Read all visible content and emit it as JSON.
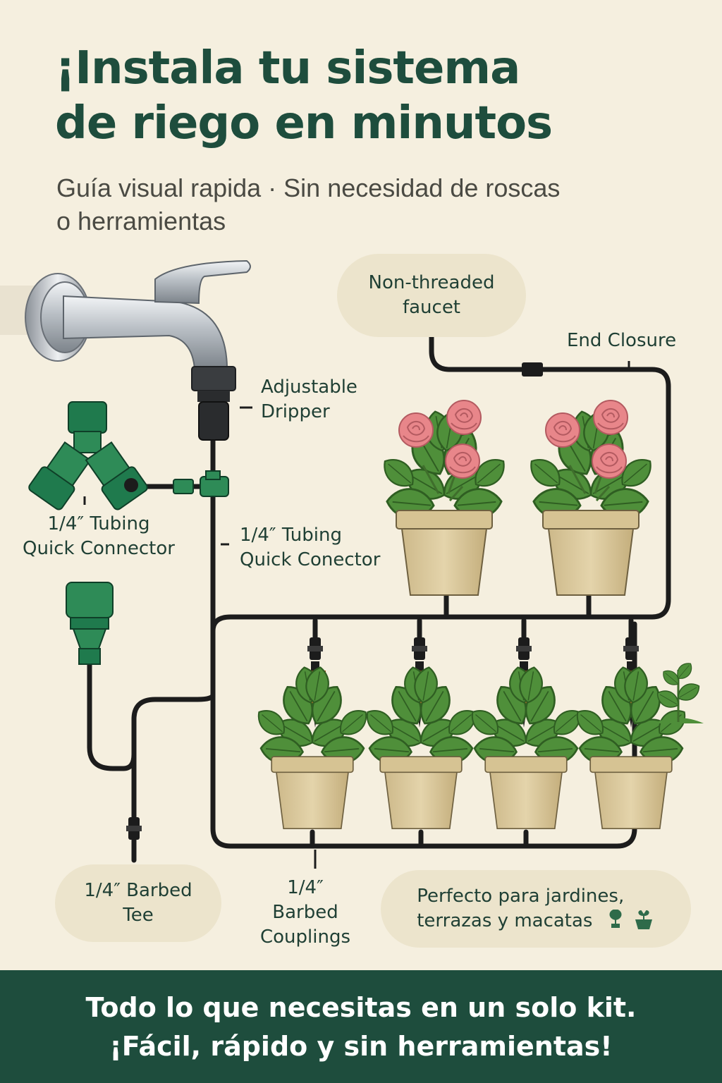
{
  "header": {
    "title_line1": "¡Instala tu sistema",
    "title_line2": "de riego en minutos",
    "subtitle_line1": "Guía visual rapida · Sin necesidad de roscas",
    "subtitle_line2": "o herramientas"
  },
  "labels": {
    "non_threaded_faucet_1": "Non-threaded",
    "non_threaded_faucet_2": "faucet",
    "end_closure": "End Closure",
    "adjustable_dripper_1": "Adjustable",
    "adjustable_dripper_2": "Dripper",
    "quick_connector_left_1": "1/4″ Tubing",
    "quick_connector_left_2": "Quick Connector",
    "quick_connector_mid_1": "1/4″ Tubing",
    "quick_connector_mid_2": "Quick Conector",
    "barbed_tee_1": "1/4″ Barbed",
    "barbed_tee_2": "Tee",
    "barbed_couplings_1": "1/4″",
    "barbed_couplings_2": "Barbed",
    "barbed_couplings_3": "Couplings",
    "perfect_for_1": "Perfecto para jardines,",
    "perfect_for_2": "terrazas y macatas"
  },
  "footer": {
    "line1": "Todo lo que necesitas en un solo kit.",
    "line2": "¡Fácil, rápido y sin herramientas!"
  },
  "colors": {
    "background": "#f5efdf",
    "title": "#1e4d3d",
    "footer_band": "#1e4d3d",
    "connector_green": "#2e8b57",
    "dripper_orange": "#e8762c",
    "pot": "#d9c79a",
    "rose": "#e8868a",
    "leaf": "#4f8f3a",
    "tubing": "#1c1c1c"
  },
  "icons": [
    "faucet-icon",
    "y-splitter-icon",
    "hose-connector-icon",
    "rose-plant-icon",
    "potted-plant-icon",
    "dripper-icon",
    "seedling-icon"
  ]
}
